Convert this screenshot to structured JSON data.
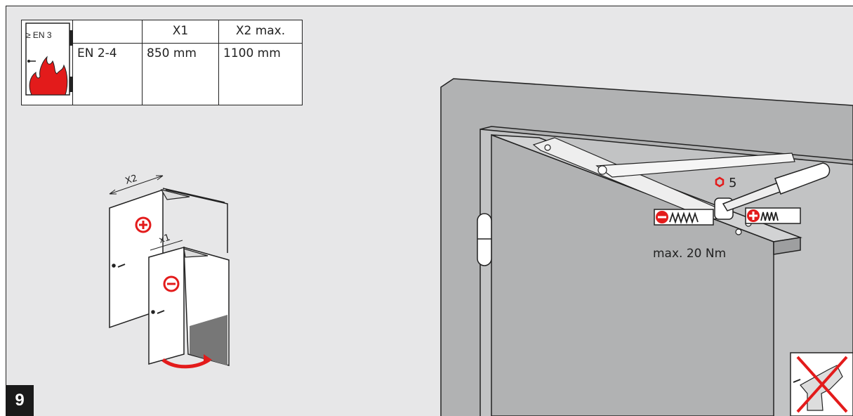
{
  "step_number": "9",
  "standard_badge": "≥ EN 3",
  "table": {
    "headers": [
      "",
      "X1",
      "X2 max."
    ],
    "rows": [
      [
        "EN 2-4",
        "850 mm",
        "1100 mm"
      ]
    ]
  },
  "door_labels": {
    "wide": "X2",
    "narrow": "x1"
  },
  "hex_size": "5",
  "torque": "max. 20 Nm",
  "colors": {
    "background": "#e7e7e8",
    "accent_red": "#e31b1b",
    "door_grey": "#b1b2b3",
    "ink": "#222222"
  },
  "icons": [
    "fire-icon",
    "plus-icon",
    "minus-icon",
    "hex-key-icon",
    "spring-icon",
    "no-drill-icon",
    "rotation-arrow-icon"
  ]
}
